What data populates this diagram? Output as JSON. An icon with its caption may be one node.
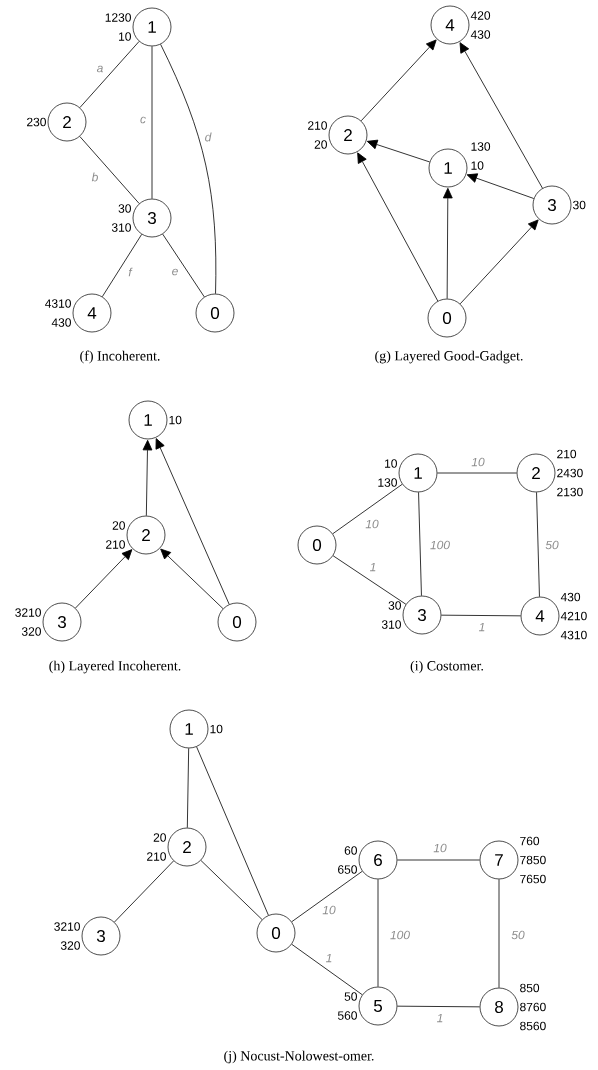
{
  "diagram": {
    "nodes": [
      {
        "text": [
          "1"
        ],
        "beside": [
          "1230",
          "10"
        ]
      },
      {
        "text": [
          "2"
        ],
        "beside": [
          "230"
        ]
      },
      {
        "text": [
          "3"
        ],
        "beside": [
          "30",
          "310"
        ]
      },
      {
        "text": [
          "4"
        ],
        "beside": [
          "4310",
          "430"
        ]
      },
      {
        "text": [
          "0"
        ]
      },
      {
        "text": [
          "4"
        ],
        "beside": [
          "420",
          "430"
        ]
      },
      {
        "text": [
          "2"
        ],
        "beside": [
          "210",
          "20"
        ]
      },
      {
        "text": [
          "1"
        ],
        "beside": [
          "130",
          "10"
        ]
      },
      {
        "text": [
          "3"
        ],
        "beside": [
          "30"
        ]
      },
      {
        "text": [
          "0"
        ]
      },
      {
        "text": [
          "1"
        ],
        "beside": [
          "10"
        ]
      },
      {
        "text": [
          "2"
        ],
        "beside": [
          "20",
          "210"
        ]
      },
      {
        "text": [
          "3"
        ],
        "beside": [
          "3210",
          "320"
        ]
      },
      {
        "text": [
          "0"
        ]
      },
      {
        "text": [
          "1"
        ],
        "beside": [
          "10",
          "130"
        ]
      },
      {
        "text": [
          "2"
        ],
        "beside": [
          "210",
          "2430",
          "2130"
        ]
      },
      {
        "text": [
          "0"
        ]
      },
      {
        "text": [
          "3"
        ],
        "beside": [
          "30",
          "310"
        ]
      },
      {
        "text": [
          "4"
        ],
        "beside": [
          "430",
          "4210",
          "4310"
        ]
      },
      {
        "text": [
          "1"
        ],
        "beside": [
          "10"
        ]
      },
      {
        "text": [
          "2"
        ],
        "beside": [
          "20",
          "210"
        ]
      },
      {
        "text": [
          "6"
        ],
        "beside": [
          "60",
          "650"
        ]
      },
      {
        "text": [
          "7"
        ],
        "beside": [
          "760",
          "7850",
          "7650"
        ]
      },
      {
        "text": [
          "3"
        ],
        "beside": [
          "3210",
          "320"
        ]
      },
      {
        "text": [
          "0"
        ]
      },
      {
        "text": [
          "5"
        ],
        "beside": [
          "50",
          "560"
        ]
      },
      {
        "text": [
          "8"
        ],
        "beside": [
          "850",
          "8760",
          "8560"
        ]
      }
    ],
    "edges": [
      {
        "from": 0,
        "to": 1,
        "arrow": "none",
        "label": "a"
      },
      {
        "from": 0,
        "to": 2,
        "arrow": "none",
        "label": "c"
      },
      {
        "from": 0,
        "to": 4,
        "arrow": "none",
        "label": "d"
      },
      {
        "from": 1,
        "to": 2,
        "arrow": "none",
        "label": "b"
      },
      {
        "from": 2,
        "to": 3,
        "arrow": "none",
        "label": "f"
      },
      {
        "from": 2,
        "to": 4,
        "arrow": "none",
        "label": "e"
      },
      {
        "from": 6,
        "to": 5,
        "arrow": "to"
      },
      {
        "from": 8,
        "to": 5,
        "arrow": "to"
      },
      {
        "from": 7,
        "to": 6,
        "arrow": "to"
      },
      {
        "from": 8,
        "to": 7,
        "arrow": "to"
      },
      {
        "from": 9,
        "to": 6,
        "arrow": "to"
      },
      {
        "from": 9,
        "to": 7,
        "arrow": "to"
      },
      {
        "from": 9,
        "to": 8,
        "arrow": "to"
      },
      {
        "from": 11,
        "to": 10,
        "arrow": "to"
      },
      {
        "from": 13,
        "to": 10,
        "arrow": "to"
      },
      {
        "from": 12,
        "to": 11,
        "arrow": "to"
      },
      {
        "from": 13,
        "to": 11,
        "arrow": "to"
      },
      {
        "from": 14,
        "to": 15,
        "arrow": "none",
        "label": "10"
      },
      {
        "from": 16,
        "to": 14,
        "arrow": "none",
        "label": "10"
      },
      {
        "from": 14,
        "to": 17,
        "arrow": "none",
        "label": "100"
      },
      {
        "from": 15,
        "to": 18,
        "arrow": "none",
        "label": "50"
      },
      {
        "from": 16,
        "to": 17,
        "arrow": "none",
        "label": "1"
      },
      {
        "from": 17,
        "to": 18,
        "arrow": "none",
        "label": "1"
      },
      {
        "from": 19,
        "to": 20,
        "arrow": "none"
      },
      {
        "from": 19,
        "to": 24,
        "arrow": "none"
      },
      {
        "from": 20,
        "to": 23,
        "arrow": "none"
      },
      {
        "from": 20,
        "to": 24,
        "arrow": "none"
      },
      {
        "from": 24,
        "to": 21,
        "arrow": "none",
        "label": "10"
      },
      {
        "from": 24,
        "to": 25,
        "arrow": "none",
        "label": "1"
      },
      {
        "from": 21,
        "to": 22,
        "arrow": "none",
        "label": "10"
      },
      {
        "from": 21,
        "to": 25,
        "arrow": "none",
        "label": "100"
      },
      {
        "from": 22,
        "to": 26,
        "arrow": "none",
        "label": "50"
      },
      {
        "from": 25,
        "to": 26,
        "arrow": "none",
        "label": "1"
      }
    ],
    "labels": [
      "(f) Incoherent.",
      "(g) Layered Good-Gadget.",
      "(h) Layered Incoherent.",
      "(i) Costomer.",
      "(j) Nocust-Nolowest-omer."
    ]
  }
}
